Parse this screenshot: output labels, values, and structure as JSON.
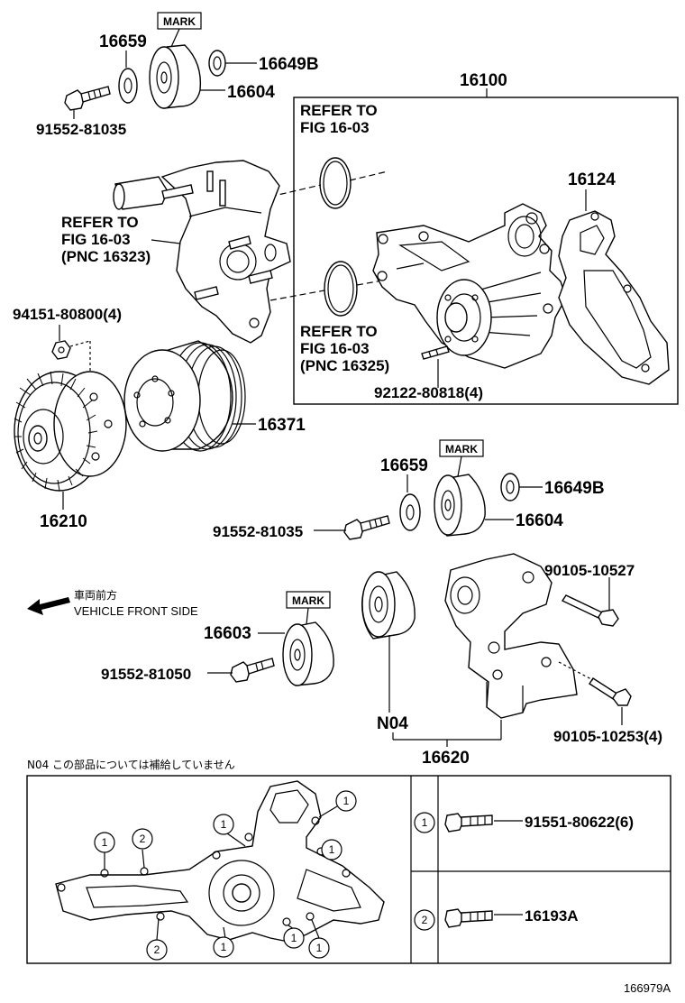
{
  "labels": {
    "p16659_top": "16659",
    "mark_top": "MARK",
    "p16649b_top": "16649B",
    "p16604_top": "16604",
    "p91552_81035_top": "91552-81035",
    "p16100": "16100",
    "refer_a_line1": "REFER TO",
    "refer_a_line2": "FIG 16-03",
    "p16124": "16124",
    "refer_b_line1": "REFER TO",
    "refer_b_line2": "FIG 16-03",
    "refer_b_line3": "(PNC 16323)",
    "refer_c_line1": "REFER TO",
    "refer_c_line2": "FIG 16-03",
    "refer_c_line3": "(PNC 16325)",
    "p92122": "92122-80818(4)",
    "p94151": "94151-80800(4)",
    "p16371": "16371",
    "p16210": "16210",
    "p16659_mid": "16659",
    "mark_mid": "MARK",
    "p16649b_mid": "16649B",
    "p16604_mid": "16604",
    "p91552_81035_mid": "91552-81035",
    "vehicle_jp": "車両前方",
    "vehicle_en": "VEHICLE FRONT SIDE",
    "mark_low": "MARK",
    "p16603": "16603",
    "p91552_81050": "91552-81050",
    "p90105_10527": "90105-10527",
    "p90105_10253": "90105-10253(4)",
    "n04": "N04",
    "p16620": "16620",
    "note_n04": "N04 この部品については補給していません",
    "legend_1_num": "1",
    "legend_1_part": "91551-80622(6)",
    "legend_2_num": "2",
    "legend_2_part": "16193A",
    "fig_number": "166979A"
  },
  "callouts": [
    "1",
    "2",
    "1",
    "1",
    "1",
    "1",
    "2",
    "1",
    "1"
  ]
}
